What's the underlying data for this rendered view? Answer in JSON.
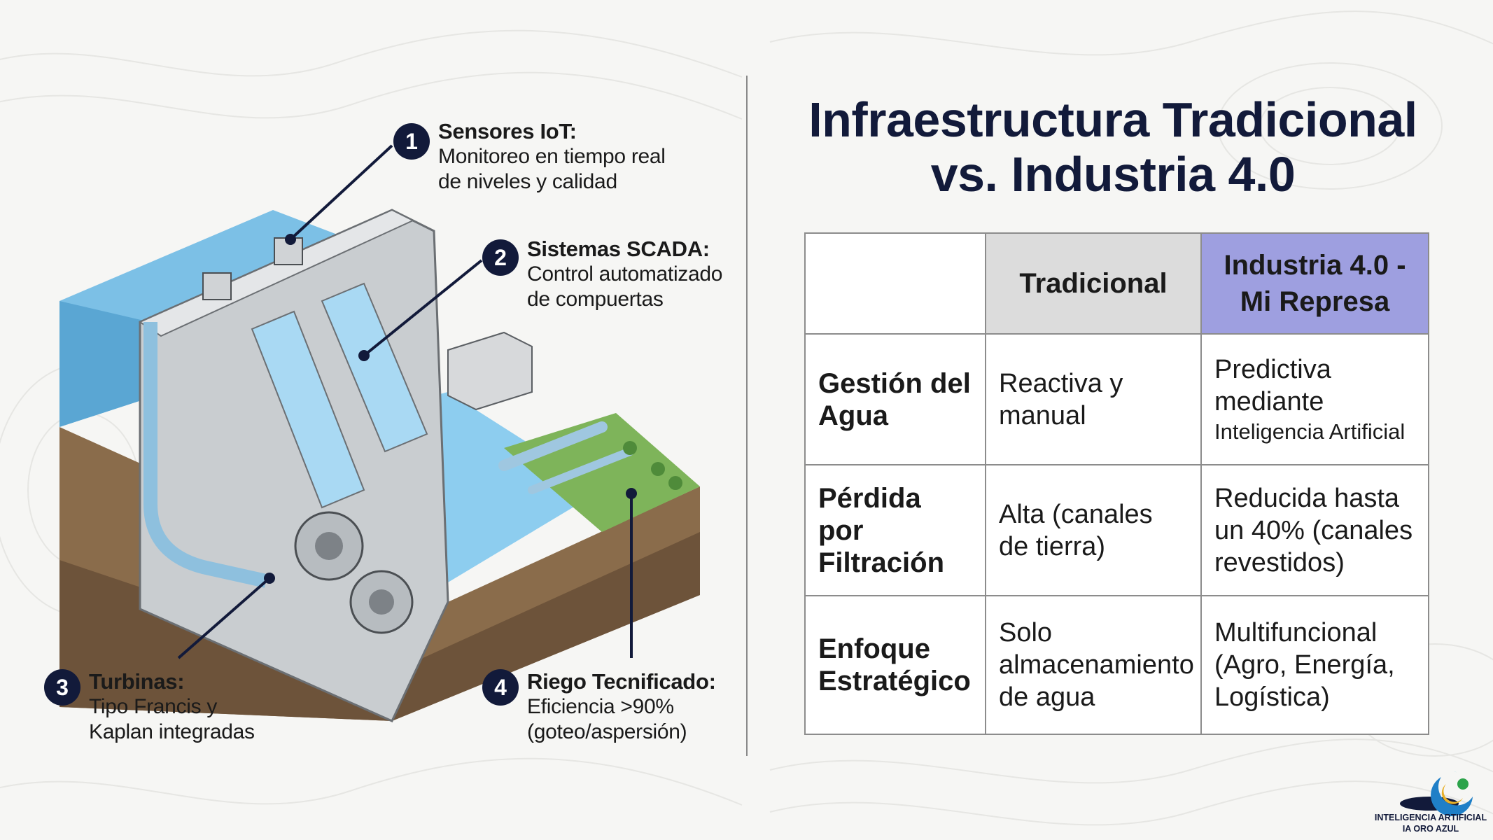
{
  "callouts": [
    {
      "number": "1",
      "title": "Sensores IoT:",
      "lines": [
        "Monitoreo en tiempo real",
        "de niveles y calidad"
      ]
    },
    {
      "number": "2",
      "title": "Sistemas SCADA:",
      "lines": [
        "Control automatizado",
        "de compuertas"
      ]
    },
    {
      "number": "3",
      "title": "Turbinas:",
      "lines": [
        "Tipo Francis y",
        "Kaplan integradas"
      ]
    },
    {
      "number": "4",
      "title": "Riego Tecnificado:",
      "lines": [
        "Eficiencia >90%",
        "(goteo/aspersión)"
      ]
    }
  ],
  "title": {
    "line1": "Infraestructura Tradicional",
    "line2": "vs. Industria 4.0"
  },
  "table": {
    "headers": [
      "",
      "Tradicional",
      "Industria 4.0 - Mi Represa"
    ],
    "rows": [
      {
        "label": "Gestión del Agua",
        "tradicional": "Reactiva y manual",
        "industria": "Predictiva mediante",
        "industria_small": "Inteligencia Artificial"
      },
      {
        "label": "Pérdida por Filtración",
        "tradicional": "Alta (canales de tierra)",
        "industria": "Reducida hasta un 40% (canales revestidos)",
        "industria_small": ""
      },
      {
        "label": "Enfoque Estratégico",
        "tradicional": "Solo almacenamiento de agua",
        "industria": "Multifuncional (Agro, Energía, Logística)",
        "industria_small": ""
      }
    ]
  },
  "logo": {
    "line1": "INTELIGENCIA ARTIFICIAL",
    "line2": "IA ORO AZUL"
  },
  "colors": {
    "navy": "#121a3a",
    "header_gray": "#dcdcdc",
    "header_purple": "#9e9fe0",
    "water": "#6fb3d9"
  }
}
